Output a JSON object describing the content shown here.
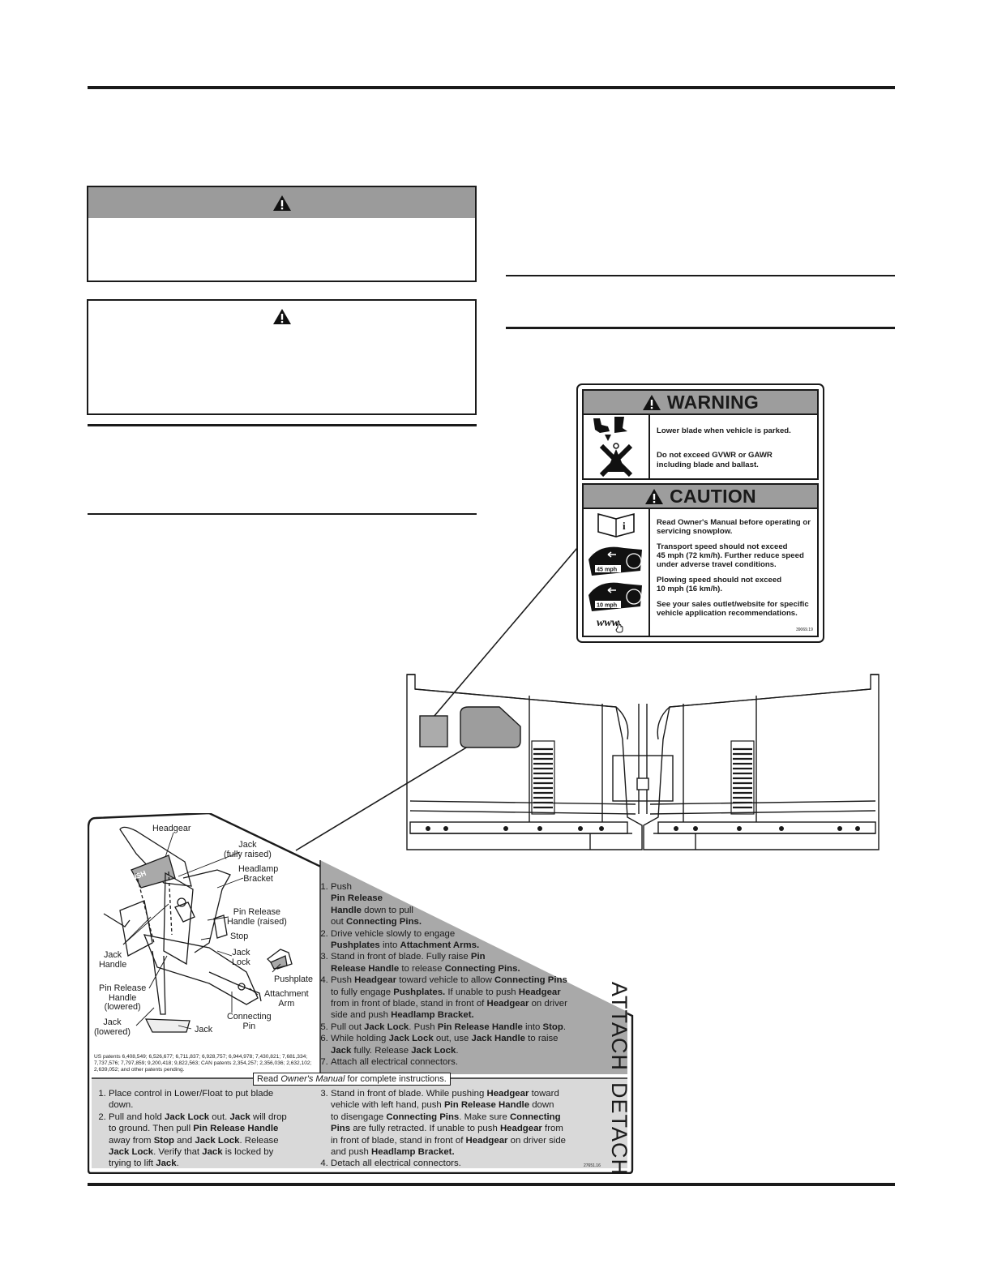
{
  "page": {
    "notice_boxes": [
      {
        "type": "hazard",
        "header_icon": "warning-triangle-icon"
      },
      {
        "type": "hazard",
        "header_icon": "warning-triangle-icon"
      }
    ]
  },
  "warning_decal": {
    "warning": {
      "title": "WARNING",
      "line1": "Lower blade when vehicle is parked.",
      "line2a": "Do not exceed GVWR or GAWR",
      "line2b": "including blade and ballast."
    },
    "caution": {
      "title": "CAUTION",
      "l1a": "Read Owner's Manual before operating or",
      "l1b": "servicing snowplow.",
      "l2a": "Transport speed should not exceed",
      "l2b": "45 mph (72 km/h). Further reduce speed",
      "l2c": "under adverse travel conditions.",
      "l3a": "Plowing speed should not exceed",
      "l3b": "10 mph (16 km/h).",
      "l4a": "See your sales outlet/website for specific",
      "l4b": "vehicle application recommendations.",
      "icon_speed1": "45 mph",
      "icon_speed2": "10 mph",
      "icon_www": "www.",
      "part_no": "39069.19"
    }
  },
  "attach_decal": {
    "labels": {
      "headgear": "Headgear",
      "jack_raised": "Jack\n(fully raised)",
      "headlamp_bracket": "Headlamp\nBracket",
      "pin_release_raised": "Pin Release\nHandle (raised)",
      "stop": "Stop",
      "jack_lock": "Jack\nLock",
      "jack_handle": "Jack\nHandle",
      "pushplate": "Pushplate",
      "pin_release_lowered": "Pin Release\nHandle\n(lowered)",
      "attachment_arm": "Attachment\nArm",
      "connecting_pin": "Connecting\nPin",
      "jack_lowered": "Jack\n(lowered)",
      "jack": "Jack",
      "push": "PUSH"
    },
    "patents": "US patents 6,408,549; 6,526,677; 6,711,837; 6,928,757; 6,944,978; 7,430,821; 7,681,334; 7,737,576; 7,797,859; 9,200,418; 9,822,563; CAN patents 2,354,257; 2,356,036; 2,632,102; 2,639,052; and other patents pending.",
    "read_manual_pre": "Read ",
    "read_manual_em": "Owner's Manual",
    "read_manual_post": " for complete instructions.",
    "attach_title": "ATTACH",
    "detach_title": "DETACH",
    "part_no": "27651.16",
    "attach_steps": [
      "Push Pin Release Handle down to pull out Connecting Pins.",
      "Drive vehicle slowly to engage Pushplates into Attachment Arms.",
      "Stand in front of blade. Fully raise Pin Release Handle to release Connecting Pins.",
      "Push Headgear toward vehicle to allow Connecting Pins to fully engage Pushplates. If unable to push Headgear from in front of blade, stand in front of Headgear on driver side and push Headlamp Bracket.",
      "Pull out Jack Lock. Push Pin Release Handle into Stop.",
      "While holding Jack Lock out, use Jack Handle to raise Jack fully. Release Jack Lock.",
      "Attach all electrical connectors."
    ],
    "detach_steps": [
      "Place control in Lower/Float to put blade down.",
      "Pull and hold Jack Lock out. Jack will drop to ground. Then pull Pin Release Handle away from Stop and Jack Lock. Release Jack Lock. Verify that Jack is locked by trying to lift Jack.",
      "Stand in front of blade. While pushing Headgear toward vehicle with left hand, push Pin Release Handle down to disengage Connecting Pins. Make sure Connecting Pins are fully retracted. If unable to push Headgear from in front of blade, stand in front of Headgear on driver side and push Headlamp Bracket.",
      "Detach all electrical connectors."
    ]
  }
}
